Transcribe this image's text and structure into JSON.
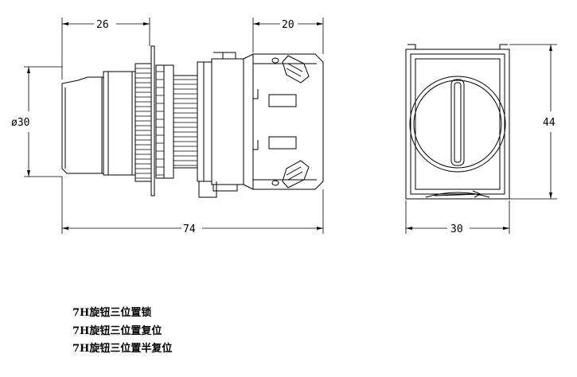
{
  "dimensions": {
    "side_length_top": "26",
    "side_depth_top": "20",
    "side_diameter": "ø30",
    "side_total_length": "74",
    "front_height": "44",
    "front_width": "30"
  },
  "captions": [
    "7H旋钮三位置锁",
    "7H旋钮三位置复位",
    "7H旋钮三位置半复位"
  ]
}
